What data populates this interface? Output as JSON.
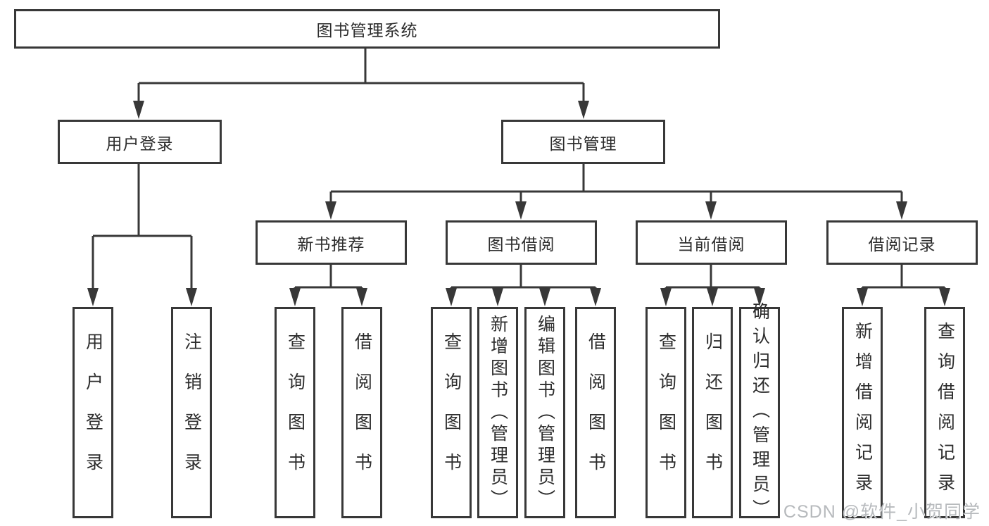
{
  "diagram": {
    "root": {
      "label": "图书管理系统"
    },
    "level2": [
      {
        "label": "用户登录"
      },
      {
        "label": "图书管理"
      }
    ],
    "level3": [
      {
        "label": "新书推荐"
      },
      {
        "label": "图书借阅"
      },
      {
        "label": "当前借阅"
      },
      {
        "label": "借阅记录"
      }
    ],
    "leaves": {
      "user_login": [
        "用户登录",
        "注销登录"
      ],
      "new_book_recommend": [
        "查询图书",
        "借阅图书"
      ],
      "book_borrow": [
        "查询图书",
        "新增图书（管理员）",
        "编辑图书（管理员）",
        "借阅图书"
      ],
      "current_borrow": [
        "查询图书",
        "归还图书",
        "确认归还（管理员）"
      ],
      "borrow_records": [
        "新增借阅记录",
        "查询借阅记录"
      ]
    }
  },
  "watermark": "CSDN @软件_小贺同学",
  "colors": {
    "line": "#383838",
    "text": "#2d2d2d",
    "background": "#ffffff",
    "watermark": "#b7babd"
  }
}
